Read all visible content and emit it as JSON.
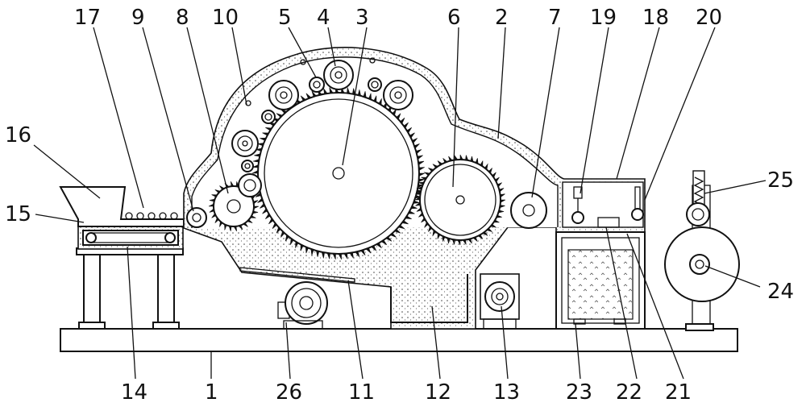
{
  "callouts": [
    {
      "label": "17"
    },
    {
      "label": "9"
    },
    {
      "label": "8"
    },
    {
      "label": "10"
    },
    {
      "label": "5"
    },
    {
      "label": "4"
    },
    {
      "label": "3"
    },
    {
      "label": "6"
    },
    {
      "label": "2"
    },
    {
      "label": "7"
    },
    {
      "label": "19"
    },
    {
      "label": "18"
    },
    {
      "label": "20"
    },
    {
      "label": "16"
    },
    {
      "label": "15"
    },
    {
      "label": "25"
    },
    {
      "label": "24"
    },
    {
      "label": "14"
    },
    {
      "label": "1"
    },
    {
      "label": "26"
    },
    {
      "label": "11"
    },
    {
      "label": "12"
    },
    {
      "label": "13"
    },
    {
      "label": "23"
    },
    {
      "label": "22"
    },
    {
      "label": "21"
    }
  ]
}
